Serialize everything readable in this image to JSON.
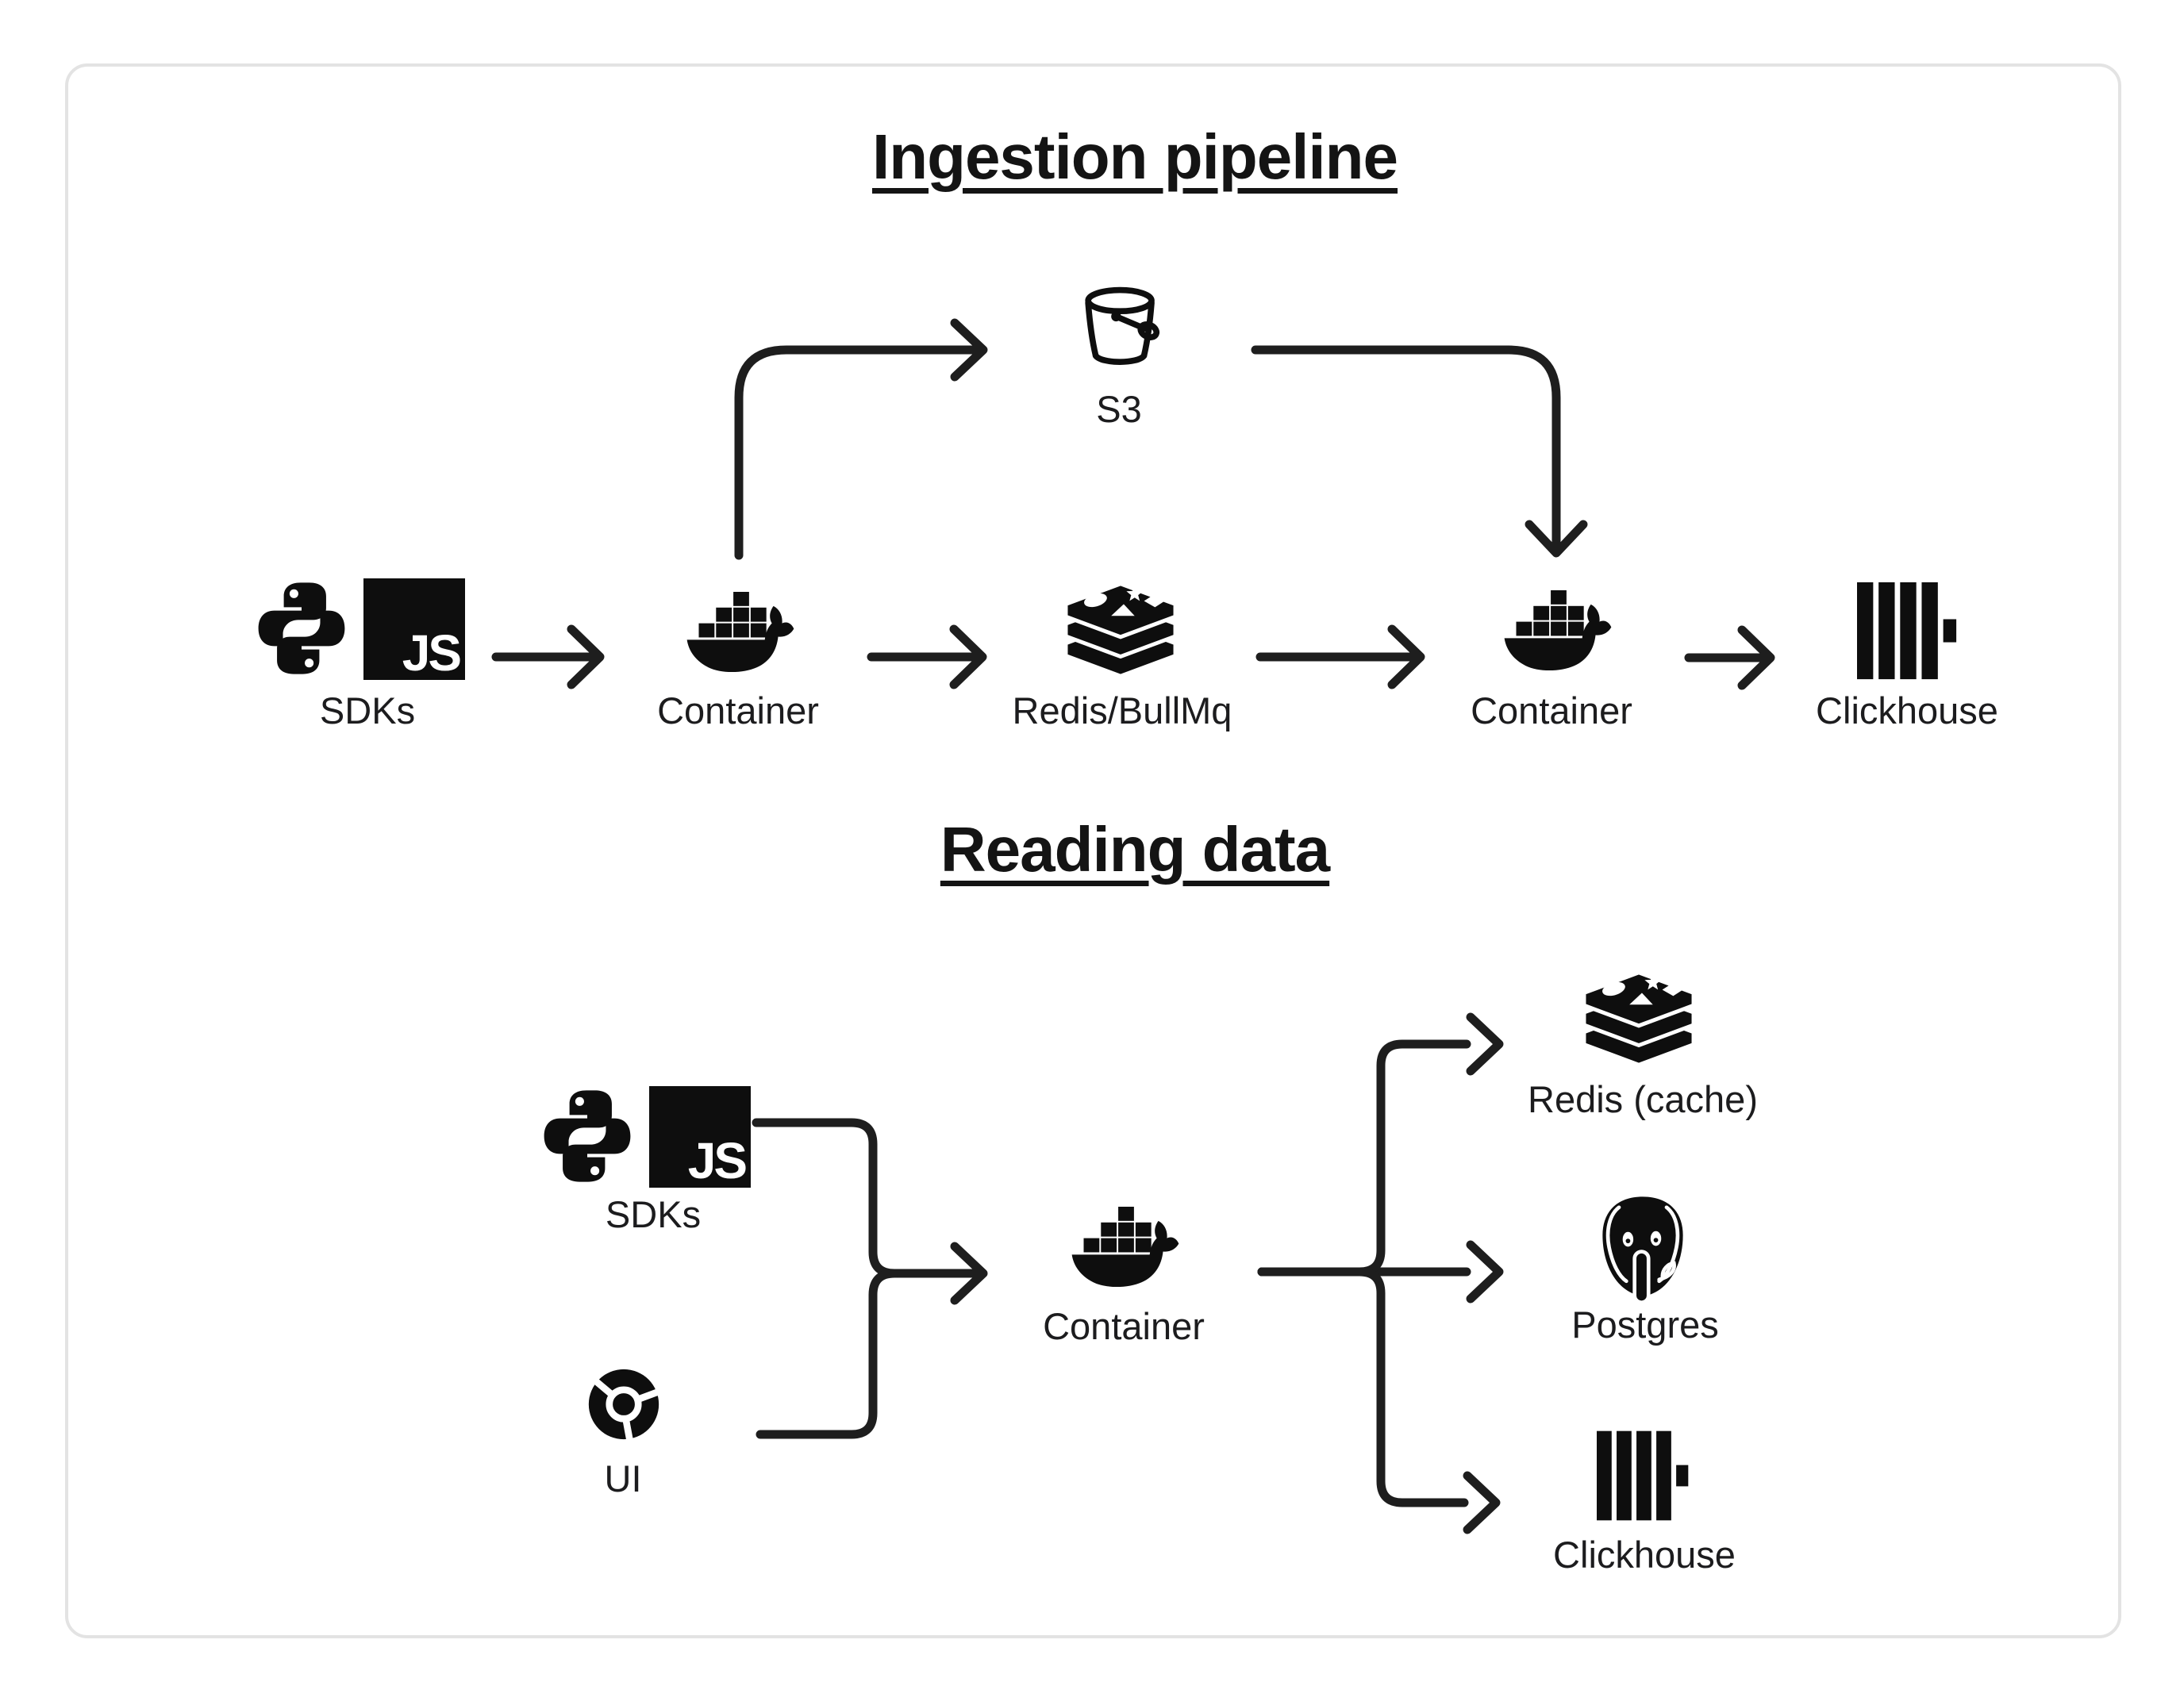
{
  "colors": {
    "background": "#ffffff",
    "card_border": "#e3e3e3",
    "icon_ink": "#0e0e0e",
    "line_ink": "#1e1e1e",
    "label_ink": "#1c1c1e"
  },
  "icons": {
    "js_text": "JS"
  },
  "ingestion": {
    "title": "Ingestion pipeline",
    "nodes": {
      "sdks": {
        "label": "SDKs"
      },
      "container1": {
        "label": "Container"
      },
      "redis": {
        "label": "Redis/BullMq"
      },
      "s3": {
        "label": "S3"
      },
      "container2": {
        "label": "Container"
      },
      "clickhouse": {
        "label": "Clickhouse"
      }
    }
  },
  "reading": {
    "title": "Reading data",
    "nodes": {
      "sdks": {
        "label": "SDKs"
      },
      "ui": {
        "label": "UI"
      },
      "container": {
        "label": "Container"
      },
      "redis_cache": {
        "label": "Redis (cache)"
      },
      "postgres": {
        "label": "Postgres"
      },
      "clickhouse": {
        "label": "Clickhouse"
      }
    }
  }
}
